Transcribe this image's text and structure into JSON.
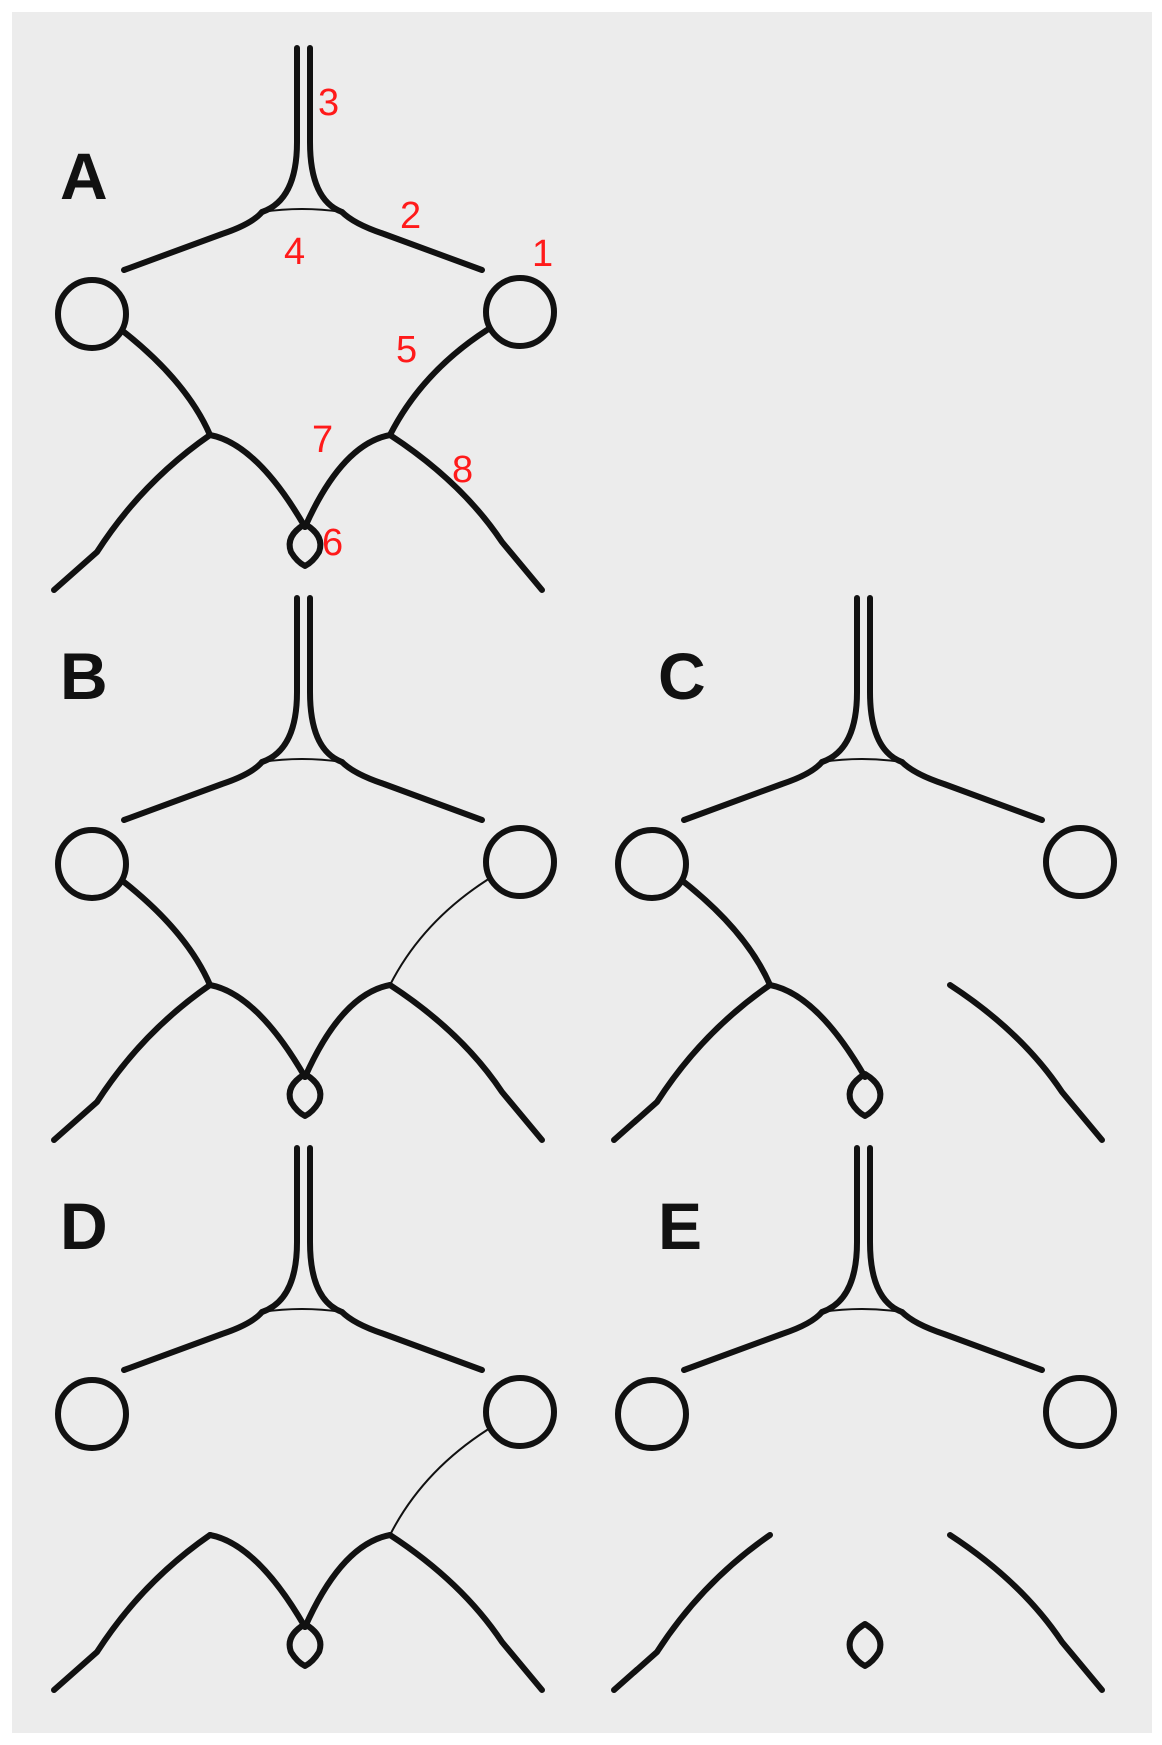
{
  "colors": {
    "background": "#ececec",
    "vessel": "#111111",
    "panel_letter": "#111111",
    "segment_label": "#ff1a1a"
  },
  "panels": [
    {
      "id": "A",
      "letter": "A",
      "missing": [],
      "hypoplastic": []
    },
    {
      "id": "B",
      "letter": "B",
      "missing": [],
      "hypoplastic": [
        "rpcom"
      ]
    },
    {
      "id": "C",
      "letter": "C",
      "missing": [
        "rpcom",
        "rp1"
      ],
      "hypoplastic": []
    },
    {
      "id": "D",
      "letter": "D",
      "missing": [
        "lpcom"
      ],
      "hypoplastic": [
        "rpcom"
      ]
    },
    {
      "id": "E",
      "letter": "E",
      "missing": [
        "lpcom",
        "rpcom",
        "lp1",
        "rp1"
      ],
      "hypoplastic": []
    }
  ],
  "segment_labels": [
    "3",
    "2",
    "1",
    "4",
    "5",
    "7",
    "8",
    "6"
  ]
}
